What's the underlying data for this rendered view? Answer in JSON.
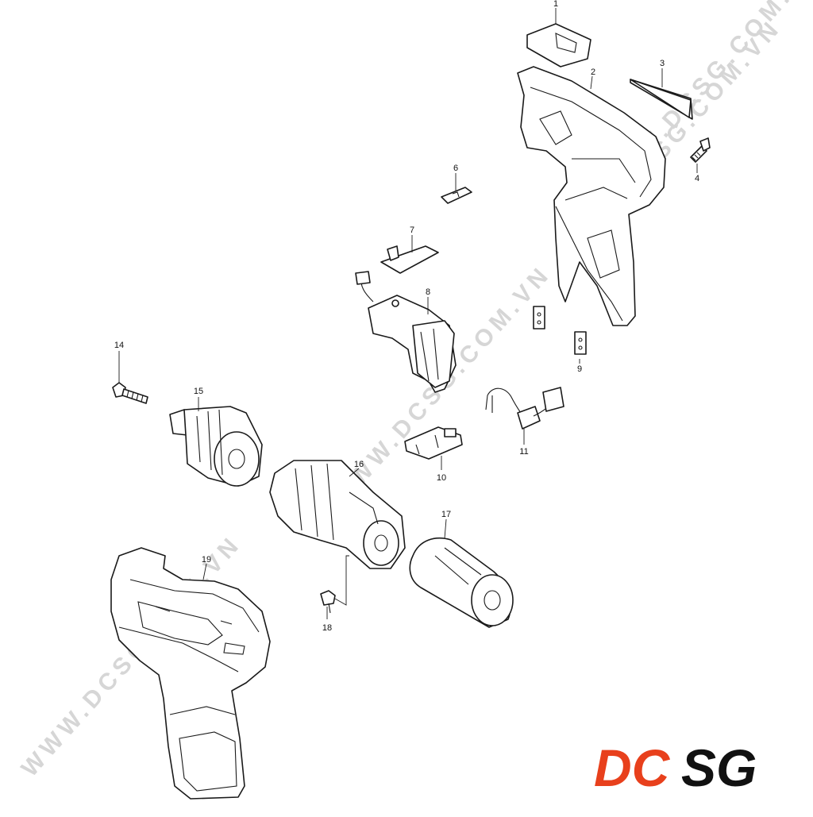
{
  "diagram": {
    "callouts": [
      "1",
      "2",
      "3",
      "4",
      "6",
      "7",
      "8",
      "9",
      "10",
      "11",
      "14",
      "15",
      "16",
      "17",
      "18",
      "19"
    ]
  },
  "watermark": {
    "text": "WWW.DCSG.COM.VN"
  },
  "logo": {
    "text": "DCSG",
    "accent_color": "#e8401c",
    "text_color": "#111111"
  },
  "colors": {
    "line": "#1a1a1a",
    "watermark": "#d6d6d6"
  }
}
